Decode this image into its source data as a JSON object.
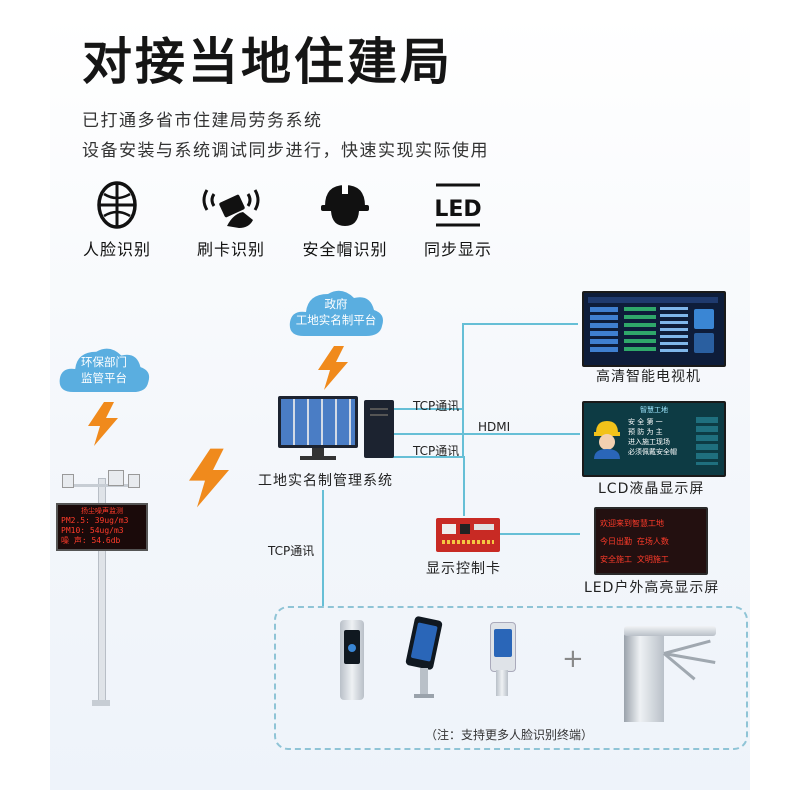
{
  "title": "对接当地住建局",
  "subtitle_lines": [
    "已打通多省市住建局劳务系统",
    "设备安装与系统调试同步进行，快速实现实际使用"
  ],
  "features": [
    {
      "label": "人脸识别",
      "icon": "face-icon"
    },
    {
      "label": "刷卡识别",
      "icon": "card-swipe-icon"
    },
    {
      "label": "安全帽识别",
      "icon": "helmet-icon"
    },
    {
      "label": "同步显示",
      "icon": "led-icon"
    }
  ],
  "clouds": {
    "gov": [
      "政府",
      "工地实名制平台"
    ],
    "env": [
      "环保部门",
      "监管平台"
    ]
  },
  "system_label": "工地实名制管理系统",
  "connections": {
    "tcp1": "TCP通讯",
    "hdmi": "HDMI",
    "tcp2": "TCP通讯",
    "tcp3": "TCP通讯"
  },
  "devices": {
    "tv": "高清智能电视机",
    "lcd": "LCD液晶显示屏",
    "led": "LED户外高亮显示屏",
    "control_card": "显示控制卡"
  },
  "dust_monitor": {
    "title": "扬尘噪声监测",
    "rows": [
      "PM2.5: 39ug/m3",
      "PM10: 54ug/m3",
      "噪 声: 54.6db"
    ]
  },
  "lcd_screen": {
    "header": "智慧工地",
    "text": [
      "安 全 第 一",
      "预 防 为 主",
      "进入施工现场",
      "必须佩戴安全帽"
    ]
  },
  "led_screen": {
    "rows": [
      "欢迎来到智慧工地",
      "今日出勤 在场人数",
      "安全施工 文明施工"
    ]
  },
  "terminal_plus": "+",
  "note": "（注：支持更多人脸识别终端）",
  "colors": {
    "accent_blue": "#66bfd6",
    "bolt_orange": "#f08a1c",
    "cloud_blue": "#5aaee0",
    "led_red": "#d4231c"
  }
}
